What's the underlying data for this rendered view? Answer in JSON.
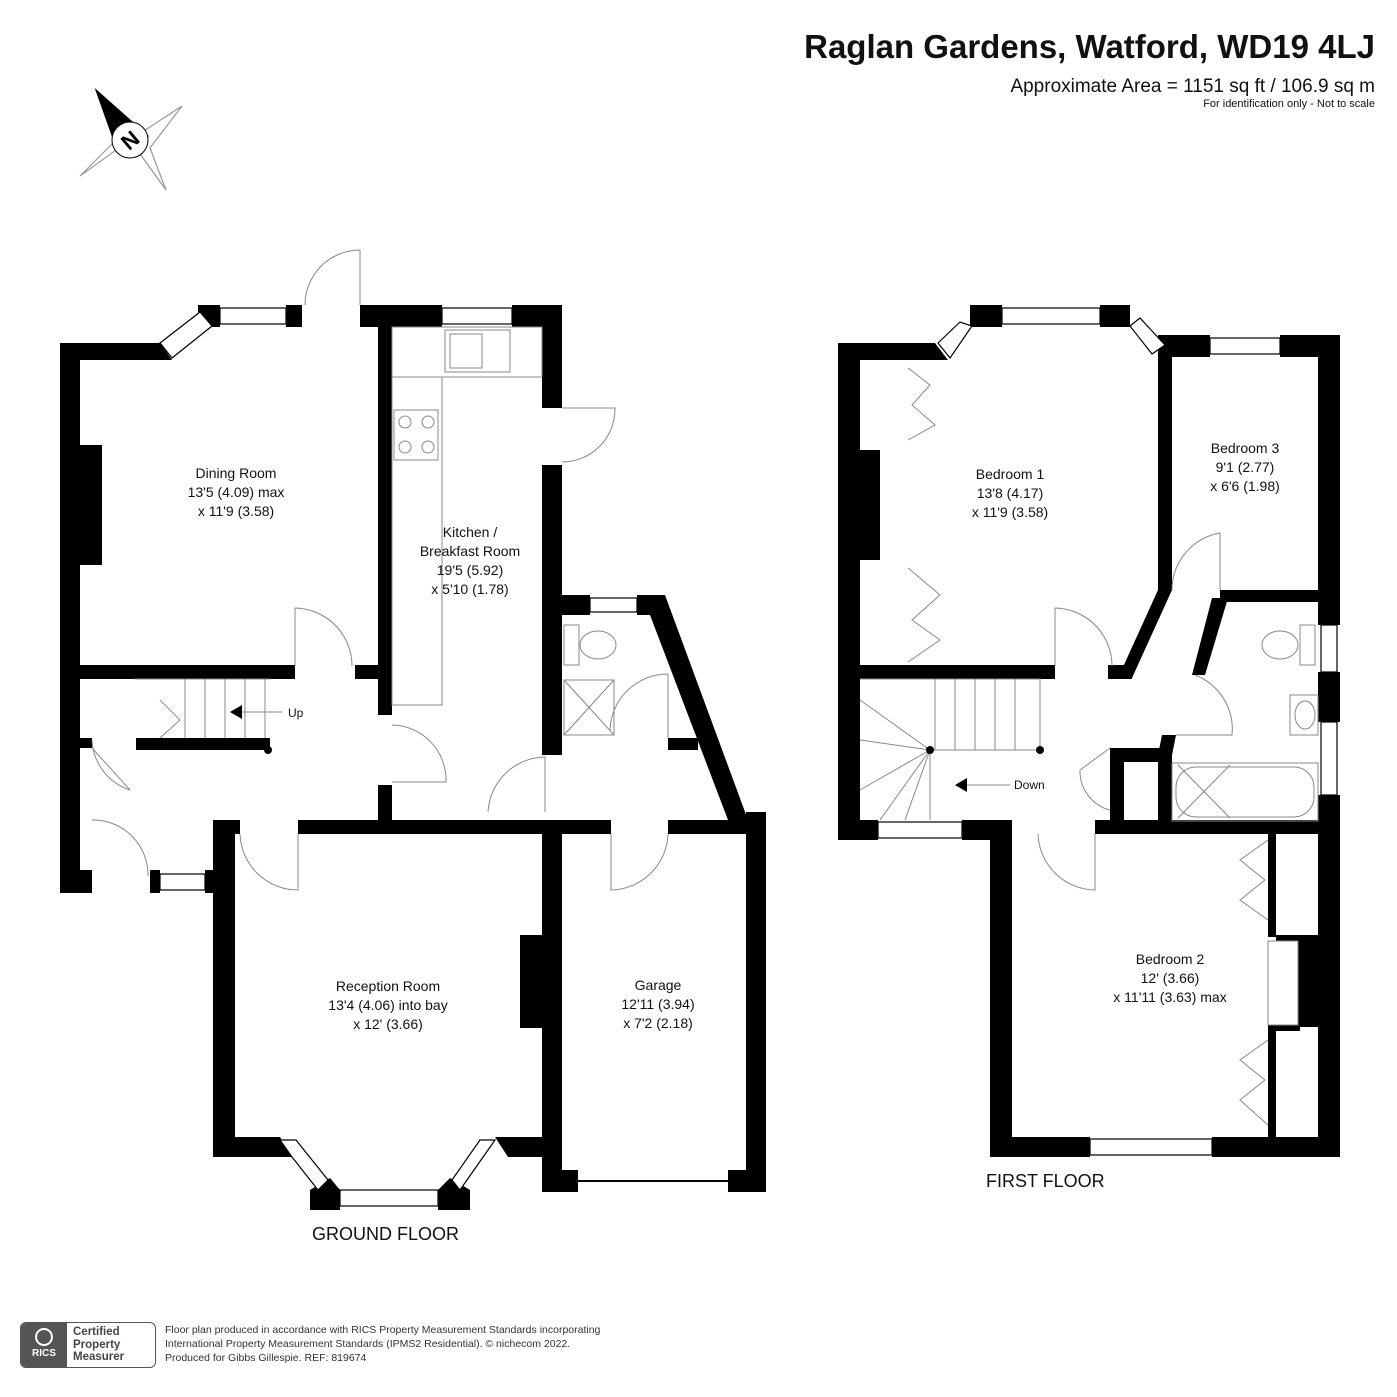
{
  "header": {
    "title": "Raglan Gardens, Watford, WD19 4LJ",
    "area": "Approximate Area = 1151 sq ft / 106.9 sq m",
    "identification": "For identification only - Not to scale"
  },
  "compass": {
    "letter": "N",
    "icon": "north-arrow-icon"
  },
  "ground_floor": {
    "label": "GROUND FLOOR",
    "stairs_label": "Up",
    "rooms": [
      {
        "name": "Dining Room",
        "dim1": "13'5 (4.09) max",
        "dim2": "x 11'9 (3.58)"
      },
      {
        "name": "Kitchen /",
        "name2": "Breakfast Room",
        "dim1": "19'5 (5.92)",
        "dim2": "x 5'10 (1.78)"
      },
      {
        "name": "Reception Room",
        "dim1": "13'4 (4.06) into bay",
        "dim2": "x 12' (3.66)"
      },
      {
        "name": "Garage",
        "dim1": "12'11 (3.94)",
        "dim2": "x 7'2 (2.18)"
      }
    ]
  },
  "first_floor": {
    "label": "FIRST FLOOR",
    "stairs_label": "Down",
    "rooms": [
      {
        "name": "Bedroom 1",
        "dim1": "13'8 (4.17)",
        "dim2": "x 11'9 (3.58)"
      },
      {
        "name": "Bedroom 3",
        "dim1": "9'1 (2.77)",
        "dim2": "x 6'6 (1.98)"
      },
      {
        "name": "Bedroom 2",
        "dim1": "12' (3.66)",
        "dim2": "x 11'11 (3.63) max"
      }
    ]
  },
  "footer": {
    "line1": "Floor plan produced in accordance with RICS Property Measurement Standards incorporating",
    "line2": "International Property Measurement Standards (IPMS2 Residential).  © nichecom 2022.",
    "line3": "Produced for Gibbs Gillespie.   REF: 819674"
  },
  "badge": {
    "logo_text": "RICS",
    "line1": "Certified",
    "line2": "Property",
    "line3": "Measurer"
  },
  "colors": {
    "wall": "#000000",
    "fixture": "#888888",
    "background": "#ffffff"
  }
}
